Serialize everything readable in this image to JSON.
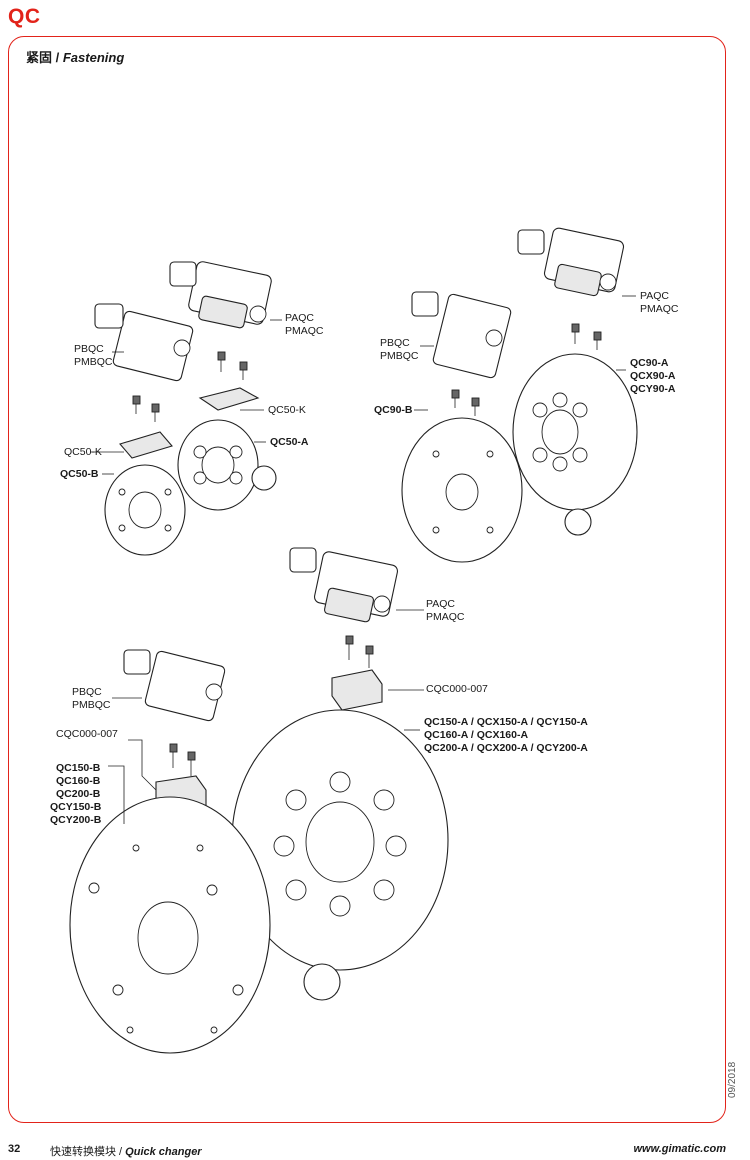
{
  "header": {
    "brand": "QC",
    "brand_color": "#e2231a"
  },
  "section": {
    "title_cn": "紧固",
    "title_sep": " / ",
    "title_en": "Fastening"
  },
  "labels": {
    "qc50_paqc": "PAQC",
    "qc50_pmaqc": "PMAQC",
    "qc50_pbqc": "PBQC",
    "qc50_pmbqc": "PMBQC",
    "qc50_k_top": "QC50-K",
    "qc50_a": "QC50-A",
    "qc50_k_left": "QC50-K",
    "qc50_b": "QC50-B",
    "qc90_paqc": "PAQC",
    "qc90_pmaqc": "PMAQC",
    "qc90_pbqc": "PBQC",
    "qc90_pmbqc": "PMBQC",
    "qc90_a1": "QC90-A",
    "qc90_a2": "QCX90-A",
    "qc90_a3": "QCY90-A",
    "qc90_b": "QC90-B",
    "big_paqc": "PAQC",
    "big_pmaqc": "PMAQC",
    "big_cqc_right": "CQC000-007",
    "big_pbqc": "PBQC",
    "big_pmbqc": "PMBQC",
    "big_cqc_left": "CQC000-007",
    "big_a1": "QC150-A / QCX150-A / QCY150-A",
    "big_a2": "QC160-A / QCX160-A",
    "big_a3": "QC200-A / QCX200-A / QCY200-A",
    "big_b1": "QC150-B",
    "big_b2": "QC160-B",
    "big_b3": "QC200-B",
    "big_b4": "QCY150-B",
    "big_b5": "QCY200-B"
  },
  "side": {
    "date": "09/2018"
  },
  "footer": {
    "page_number": "32",
    "title_cn": "快速转换模块",
    "title_sep": " / ",
    "title_en": "Quick changer",
    "website": "www.gimatic.com"
  }
}
